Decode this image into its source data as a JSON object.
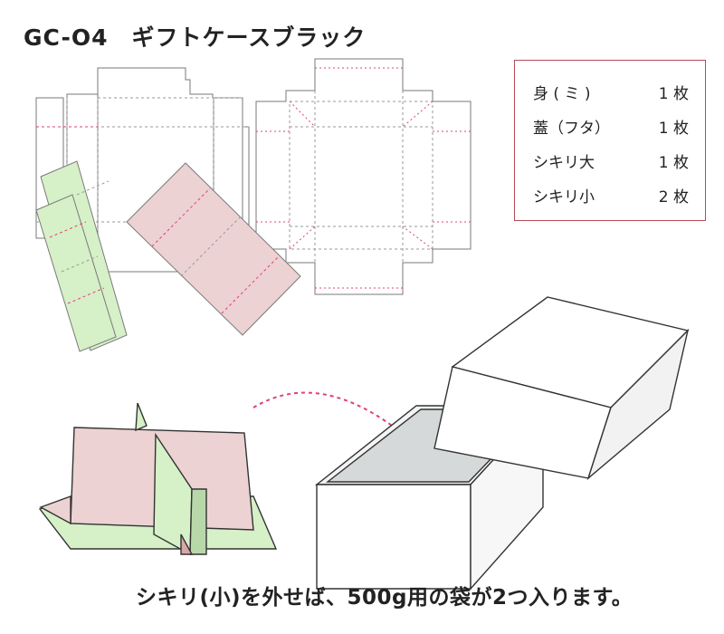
{
  "title": "GC-O4　ギフトケースブラック",
  "parts": [
    {
      "name": "身 ( ミ )",
      "qty": "1 枚"
    },
    {
      "name": "蓋（フタ）",
      "qty": "1 枚"
    },
    {
      "name": "シキリ大",
      "qty": "1 枚"
    },
    {
      "name": "シキリ小",
      "qty": "2 枚"
    }
  ],
  "caption": "シキリ(小)を外せば、500g用の袋が2つ入ります。",
  "colors": {
    "dieline": "#7a7a7a",
    "fold": "#9a9a9a",
    "perforation": "#e0407a",
    "pink_insert": "#ecd2d2",
    "green_insert": "#d6f0c8",
    "box_inner": "#d6d9d9",
    "arrow": "#e0407a",
    "table_border": "#b54a56"
  }
}
